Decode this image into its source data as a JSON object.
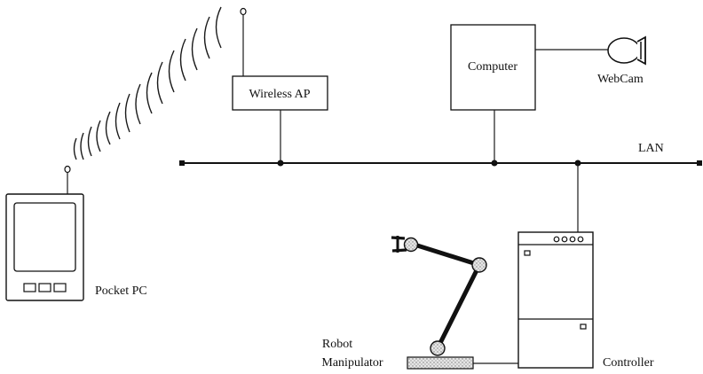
{
  "labels": {
    "wireless_ap": "Wireless AP",
    "computer": "Computer",
    "webcam": "WebCam",
    "lan": "LAN",
    "pocket_pc": "Pocket PC",
    "robot_line1": "Robot",
    "robot_line2": "Manipulator",
    "controller": "Controller"
  }
}
